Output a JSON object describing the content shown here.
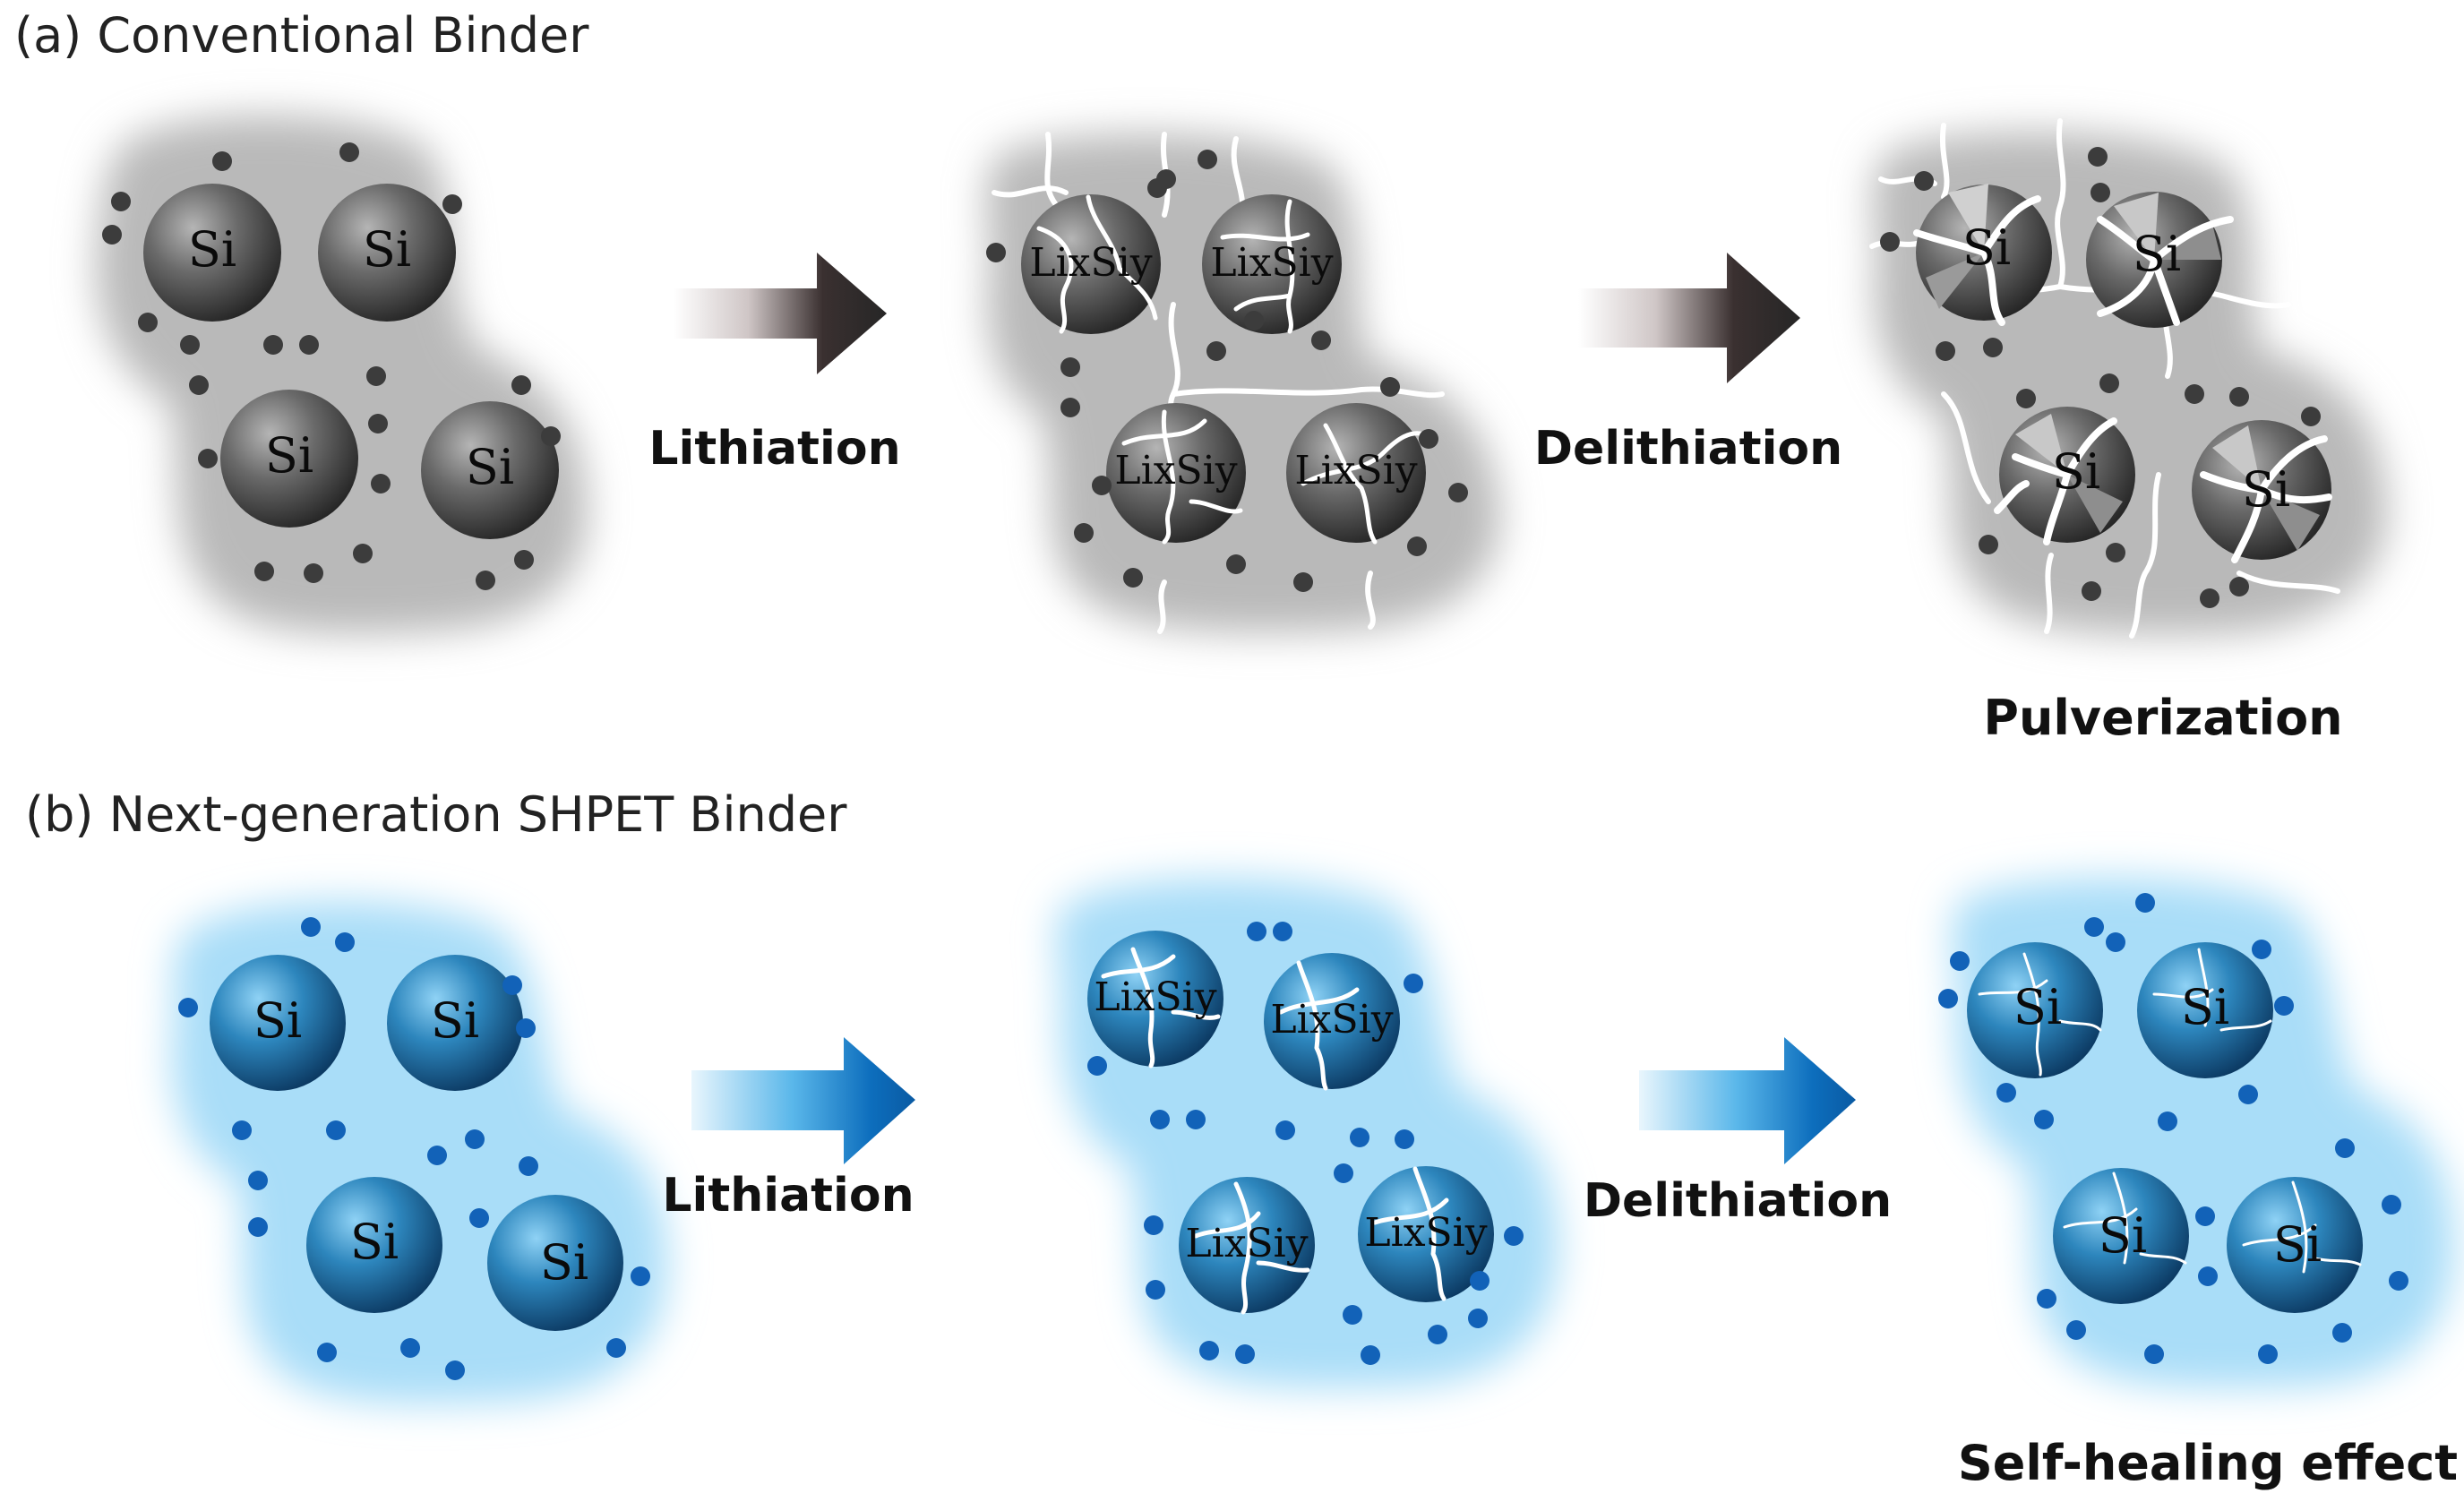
{
  "panel_a": {
    "title": "(a) Conventional Binder",
    "step1_label": "Lithiation",
    "step2_label": "Delithiation",
    "outcome_label": "Pulverization",
    "particle_initial": "Si",
    "particle_lithiated": "LixSiy",
    "particle_final": "Si"
  },
  "panel_b": {
    "title": "(b) Next-generation SHPET Binder",
    "step1_label": "Lithiation",
    "step2_label": "Delithiation",
    "outcome_label": "Self-healing effect",
    "particle_initial": "Si",
    "particle_lithiated": "LixSiy",
    "particle_final": "Si"
  },
  "colors": {
    "gray_binder": "#b7b7b7",
    "gray_particle": "#4a4a4a",
    "gray_dot": "#3c3c3c",
    "blue_binder": "#a8dcf8",
    "blue_particle": "#2a7fb5",
    "blue_dot": "#1262b8",
    "arrow_gray": "#2e2e2e",
    "arrow_blue": "#0a63b0"
  }
}
